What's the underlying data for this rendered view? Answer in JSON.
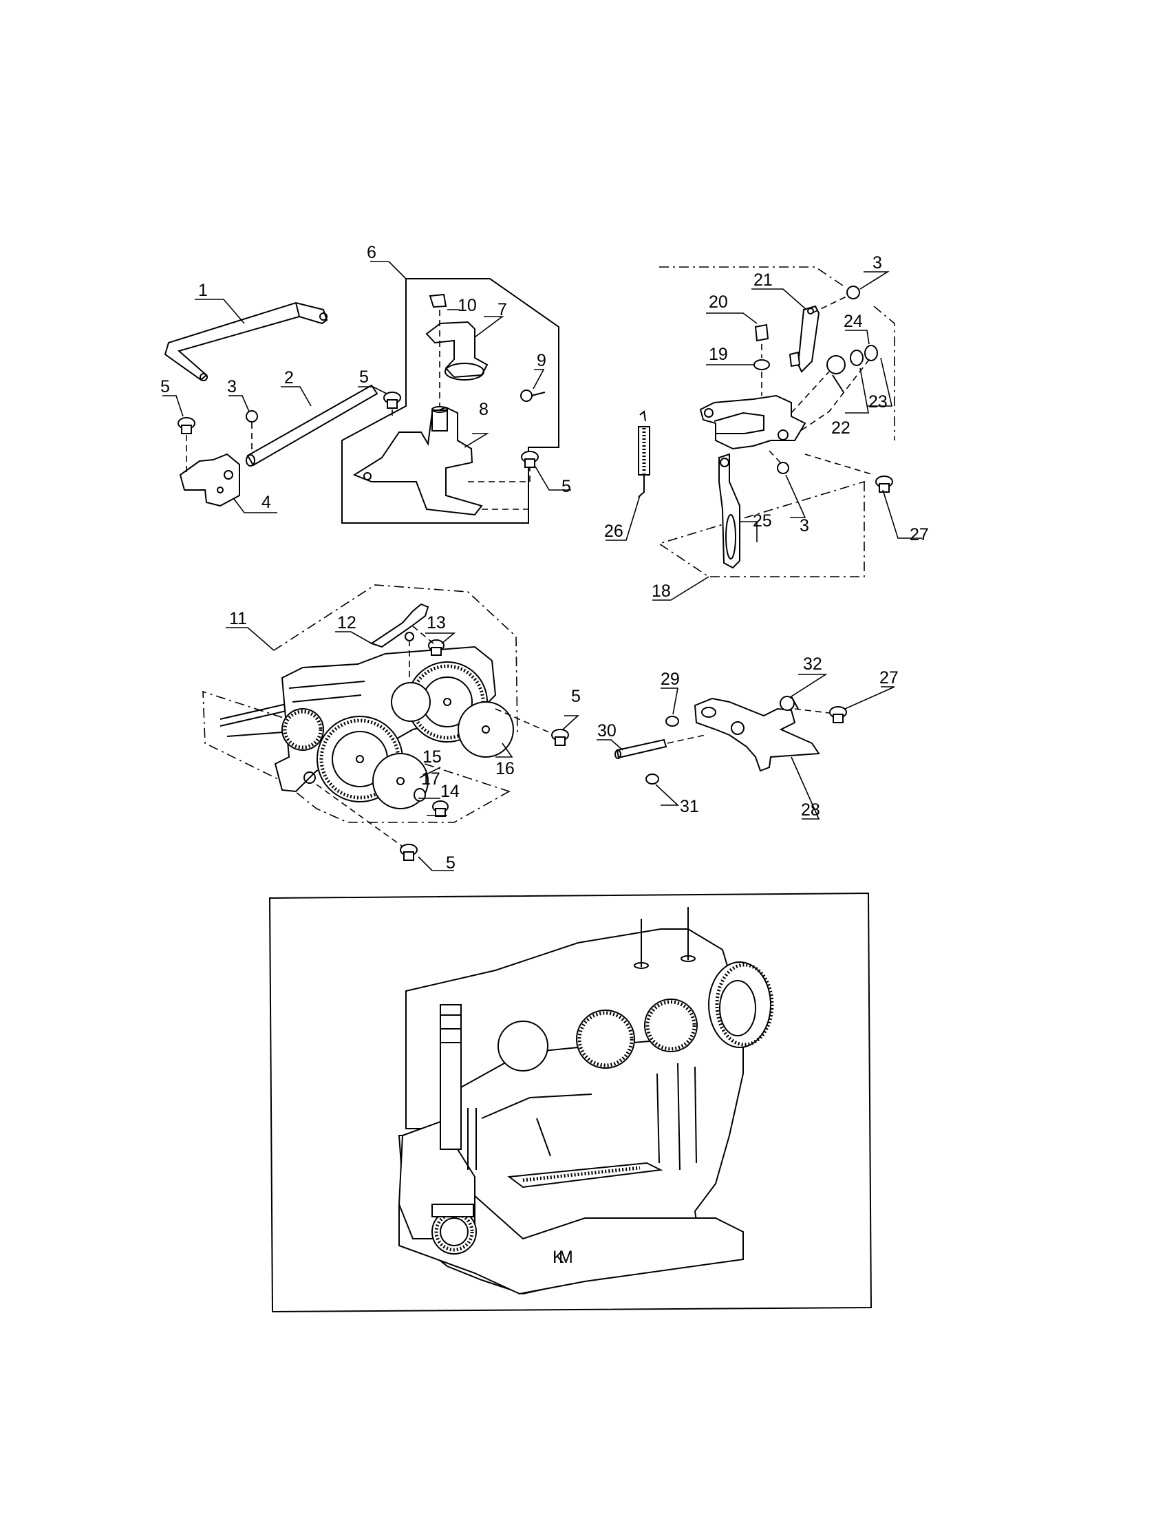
{
  "callouts": {
    "c1": "1",
    "c2": "2",
    "c3a": "3",
    "c4": "4",
    "c5a": "5",
    "c5b": "5",
    "c5c": "5",
    "c6": "6",
    "c7": "7",
    "c8": "8",
    "c9": "9",
    "c10": "10",
    "c3b": "3",
    "c3c": "3",
    "c18": "18",
    "c19": "19",
    "c20": "20",
    "c21": "21",
    "c22": "22",
    "c23": "23",
    "c24": "24",
    "c25": "25",
    "c26": "26",
    "c27a": "27",
    "c11": "11",
    "c12": "12",
    "c13": "13",
    "c14": "14",
    "c15": "15",
    "c16": "16",
    "c17": "17",
    "c5d": "5",
    "c5e": "5",
    "c27b": "27",
    "c28": "28",
    "c29": "29",
    "c30": "30",
    "c31": "31",
    "c32": "32",
    "m1": "K",
    "m2": "M"
  }
}
